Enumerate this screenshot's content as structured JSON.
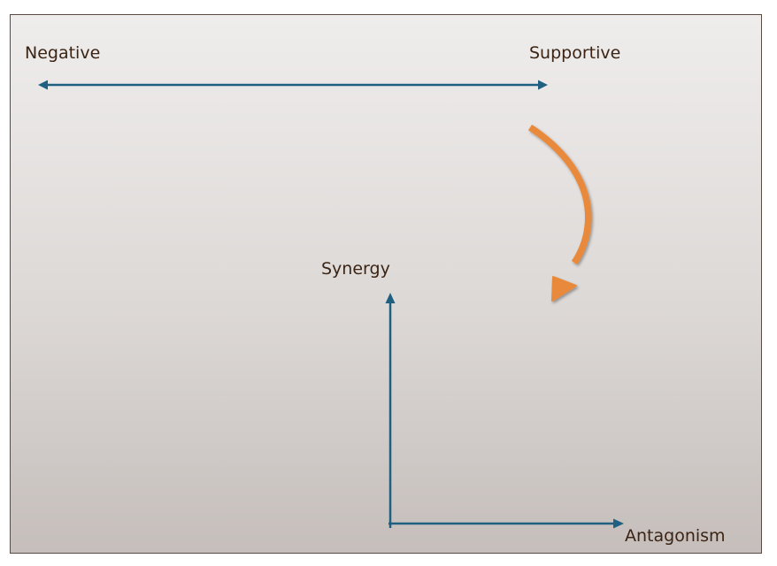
{
  "diagram": {
    "top_axis": {
      "left_label": "Negative",
      "right_label": "Supportive"
    },
    "bottom_axes": {
      "vertical_label": "Synergy",
      "horizontal_label": "Antagonism"
    },
    "colors": {
      "axis": "#1f5f82",
      "transition_arrow": "#e8893a",
      "text": "#3b2414",
      "background_top": "#efedec",
      "background_bottom": "#c5bebb"
    }
  }
}
